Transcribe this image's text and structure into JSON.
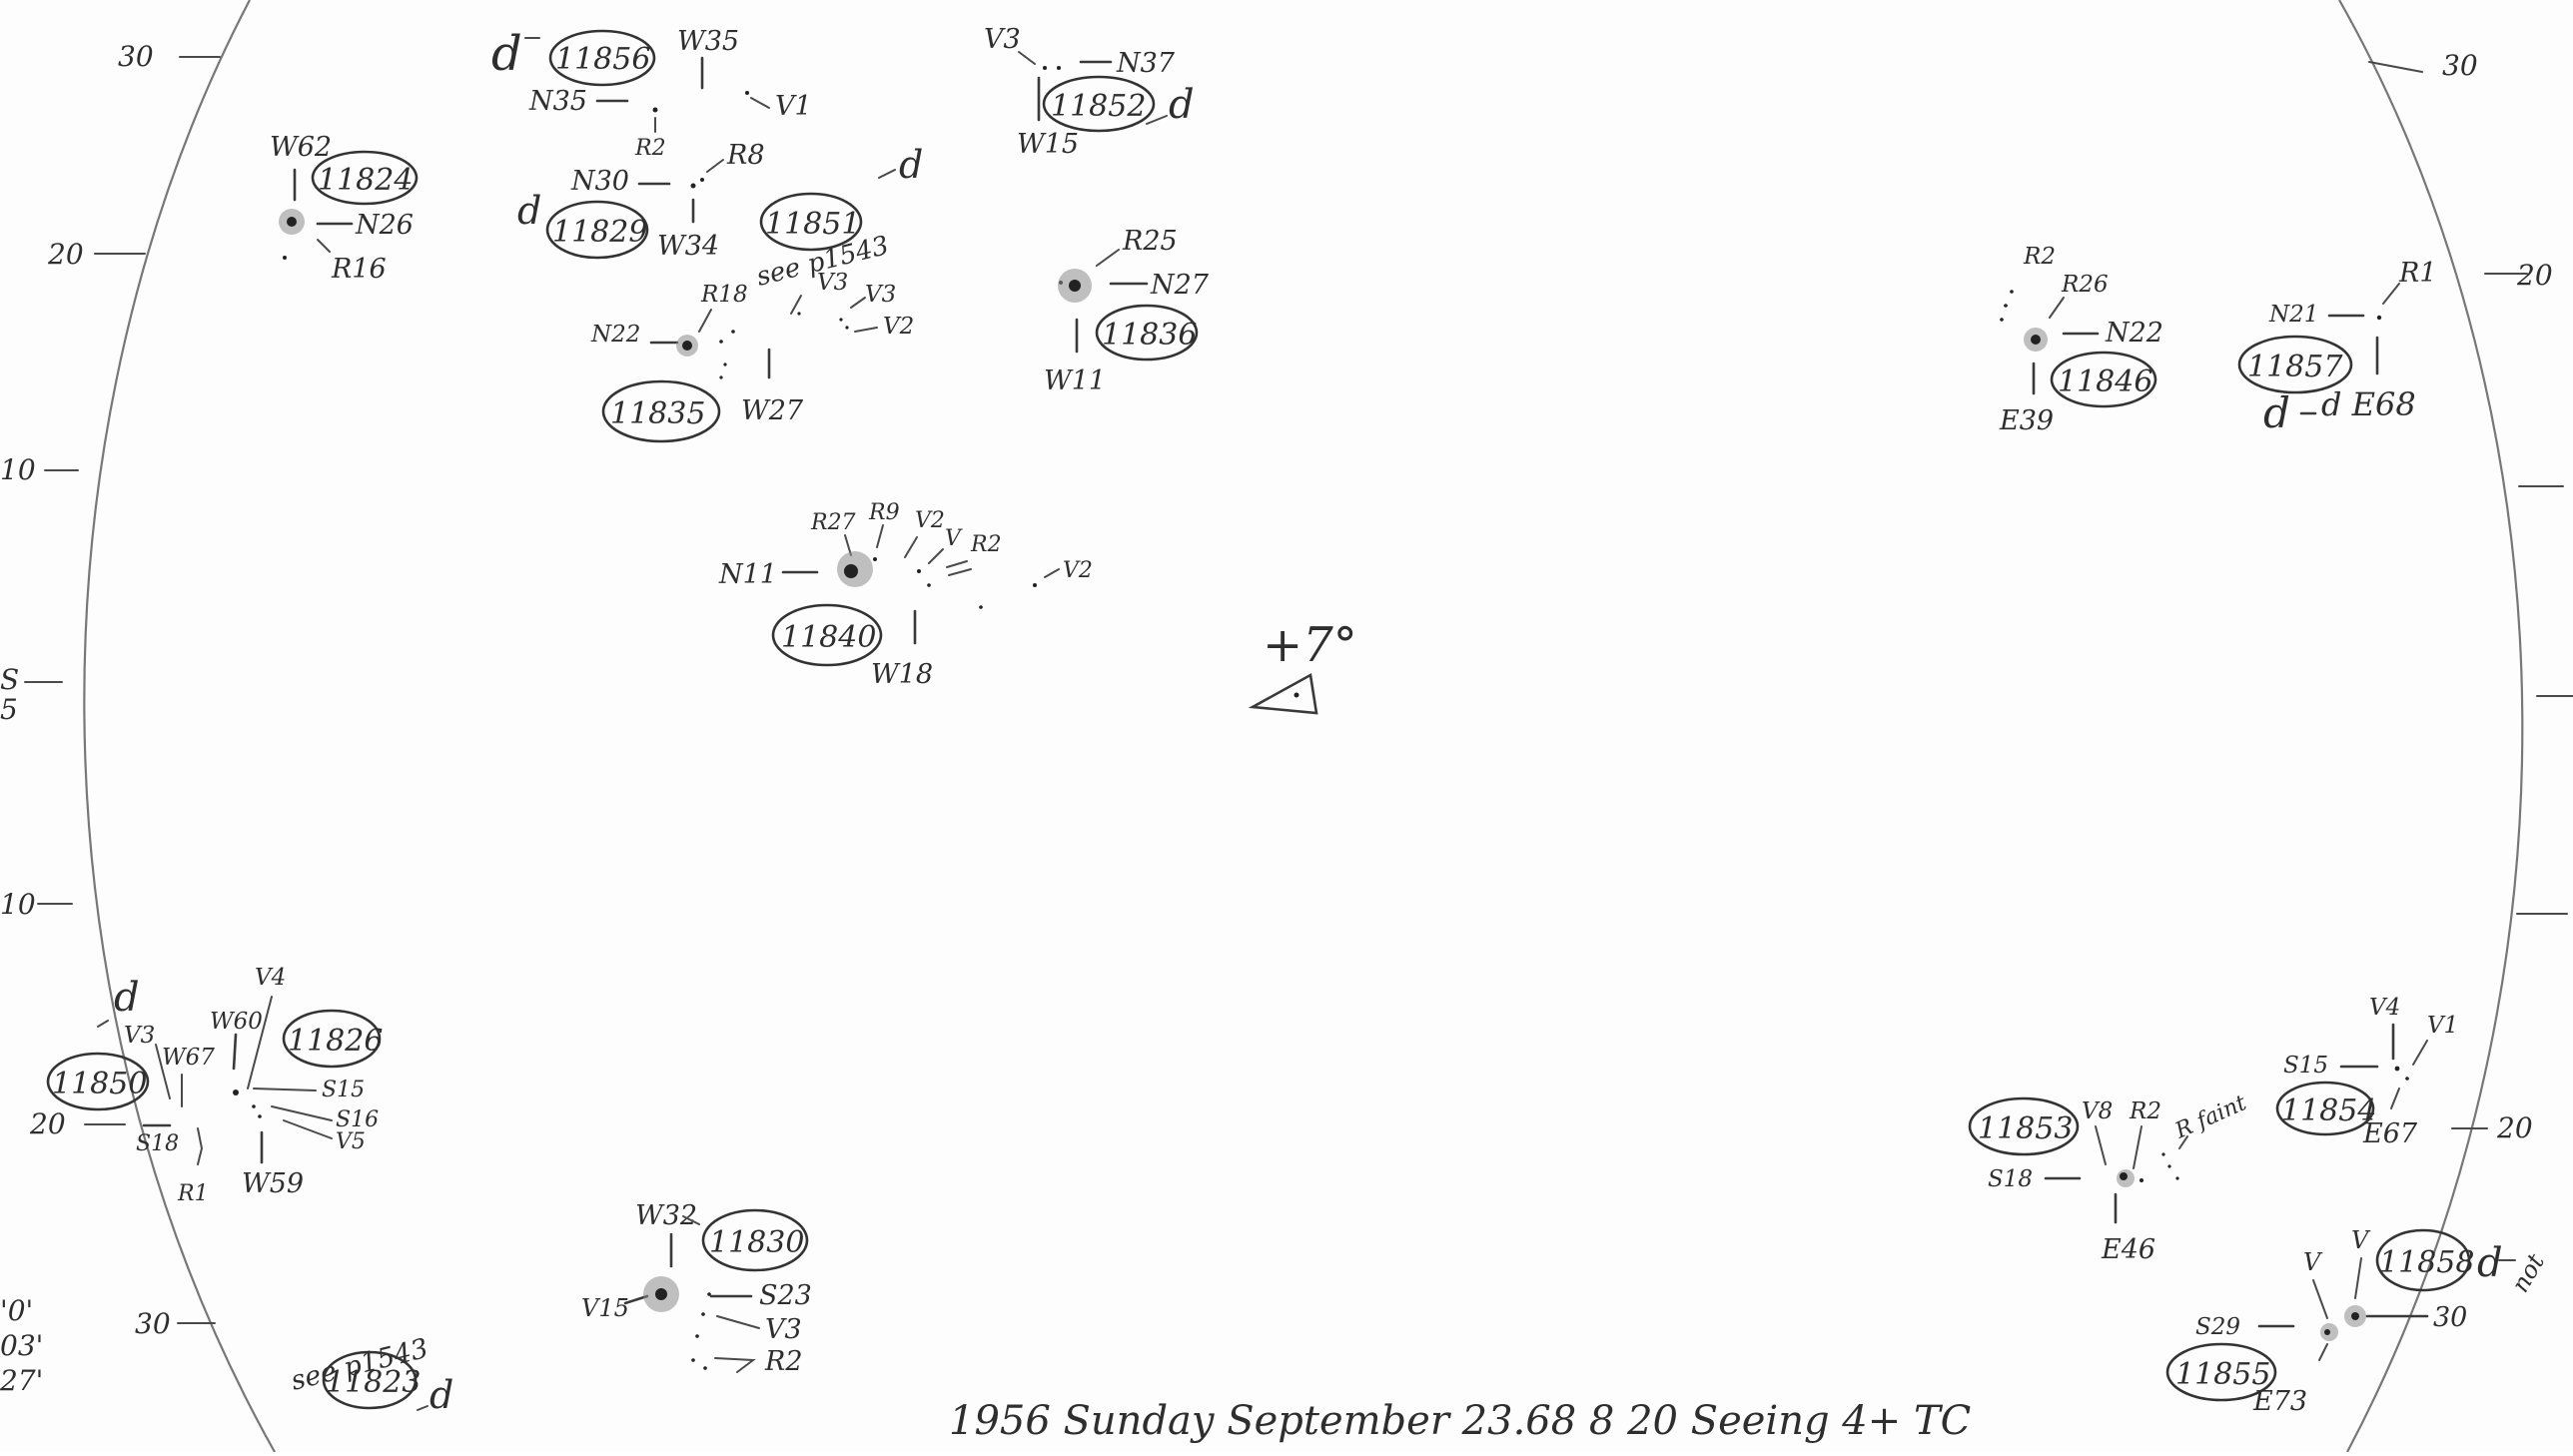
{
  "scale_labels": {
    "left": [
      "30",
      "20",
      "10",
      "10",
      "20",
      "30"
    ],
    "right": [
      "30",
      "20",
      "20",
      "30"
    ]
  },
  "regions": {
    "r11856": {
      "number": "11856",
      "labels": [
        "d",
        "W35",
        "N35",
        "V1",
        "R2"
      ]
    },
    "r11852": {
      "number": "11852",
      "labels": [
        "V3",
        "N37",
        "W15",
        "d"
      ]
    },
    "r11824": {
      "number": "11824",
      "labels": [
        "W62",
        "N26",
        "R16"
      ]
    },
    "r11829": {
      "number": "11829",
      "labels": [
        "N30",
        "R8",
        "d",
        "W34"
      ]
    },
    "r11851": {
      "number": "11851",
      "labels": [
        "d",
        "see p1543"
      ]
    },
    "r11836": {
      "number": "11836",
      "labels": [
        "R25",
        "N27",
        "W11"
      ]
    },
    "r11835": {
      "number": "11835",
      "labels": [
        "R18",
        "N22",
        "V3",
        "V3",
        "V2",
        "W27"
      ]
    },
    "r11846": {
      "number": "11846",
      "labels": [
        "R2",
        "R26",
        "N22",
        "E39"
      ]
    },
    "r11857": {
      "number": "11857",
      "labels": [
        "N21",
        "R1",
        "d",
        "d E68"
      ]
    },
    "r11840": {
      "number": "11840",
      "labels": [
        "R27",
        "R9",
        "V2",
        "V",
        "R2",
        "N11",
        "V2",
        "W18"
      ]
    },
    "r11850": {
      "number": "11850",
      "labels": [
        "d",
        "V3",
        "W67",
        "S18",
        "R1"
      ]
    },
    "r11826": {
      "number": "11826",
      "labels": [
        "V4",
        "W60",
        "S15",
        "S16",
        "V5",
        "W59"
      ]
    },
    "r11830": {
      "number": "11830",
      "labels": [
        "W32",
        "V15",
        "S23",
        "V3",
        "R2"
      ]
    },
    "r11823": {
      "number": "11823",
      "labels": [
        "see p1543",
        "d"
      ]
    },
    "r11853": {
      "number": "11853",
      "labels": [
        "V8",
        "R2",
        "R faint",
        "S18",
        "E46"
      ]
    },
    "r11854": {
      "number": "11854",
      "labels": [
        "V4",
        "V1",
        "S15",
        "E67"
      ]
    },
    "r11858": {
      "number": "11858",
      "labels": [
        "V",
        "V",
        "d",
        "not"
      ]
    },
    "r11855": {
      "number": "11855",
      "labels": [
        "S29",
        "30",
        "E73"
      ]
    }
  },
  "center": {
    "label": "+7°"
  },
  "margin_fragments": [
    "S",
    "5",
    "'0'",
    "03'",
    "27'"
  ],
  "caption": "1956 Sunday September 23.68 8 20 Seeing 4+ TC"
}
